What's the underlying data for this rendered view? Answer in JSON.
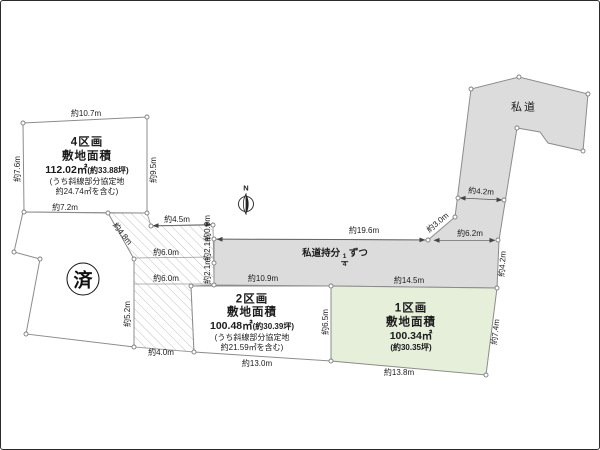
{
  "lots": {
    "lot4": {
      "title": "4区画",
      "subtitle": "敷地面積",
      "area": "112.02㎡",
      "area_tsubo": "(約33.88坪)",
      "note1": "(うち斜線部分協定地",
      "note2": "約24.74㎡を含む)"
    },
    "lot2": {
      "title": "2区画",
      "subtitle": "敷地面積",
      "area": "100.48㎡",
      "area_tsubo": "(約30.39坪)",
      "note1": "(うち斜線部分協定地",
      "note2": "約21.59㎡を含む)"
    },
    "lot1": {
      "title": "1区画",
      "subtitle": "敷地面積",
      "area": "100.34㎡",
      "area_tsubo": "(約30.35坪)"
    },
    "sold_stamp": "済"
  },
  "road": {
    "label": "私道",
    "share_label": "私道持分",
    "share_num": "1",
    "share_den": "4",
    "share_suffix": "ずつ"
  },
  "compass": {
    "north": "N"
  },
  "dimensions": {
    "d10_7": "約10.7m",
    "d7_6": "約7.6m",
    "d9_5": "約9.5m",
    "d7_2": "約7.2m",
    "d4_5": "約4.5m",
    "d4_8": "約4.8m",
    "d0_9": "約0.9m",
    "d2_1a": "約2.1m",
    "d2_1b": "約2.1m",
    "d6_0a": "約6.0m",
    "d6_0b": "約6.0m",
    "d5_2": "約5.2m",
    "d4_0": "約4.0m",
    "d19_6": "約19.6m",
    "d10_9": "約10.9m",
    "d14_5": "約14.5m",
    "d13_0": "約13.0m",
    "d6_5": "約6.5m",
    "d13_8": "約13.8m",
    "d4_2a": "約4.2m",
    "d3_0": "約3.0m",
    "d6_2": "約6.2m",
    "d4_2b": "約4.2m",
    "d7_4": "約7.4m"
  },
  "colors": {
    "road_fill": "#dcdcdc",
    "lot1_fill": "#e5efda",
    "outline": "#8c8c8c",
    "hatch_line": "#b2b2b2"
  }
}
